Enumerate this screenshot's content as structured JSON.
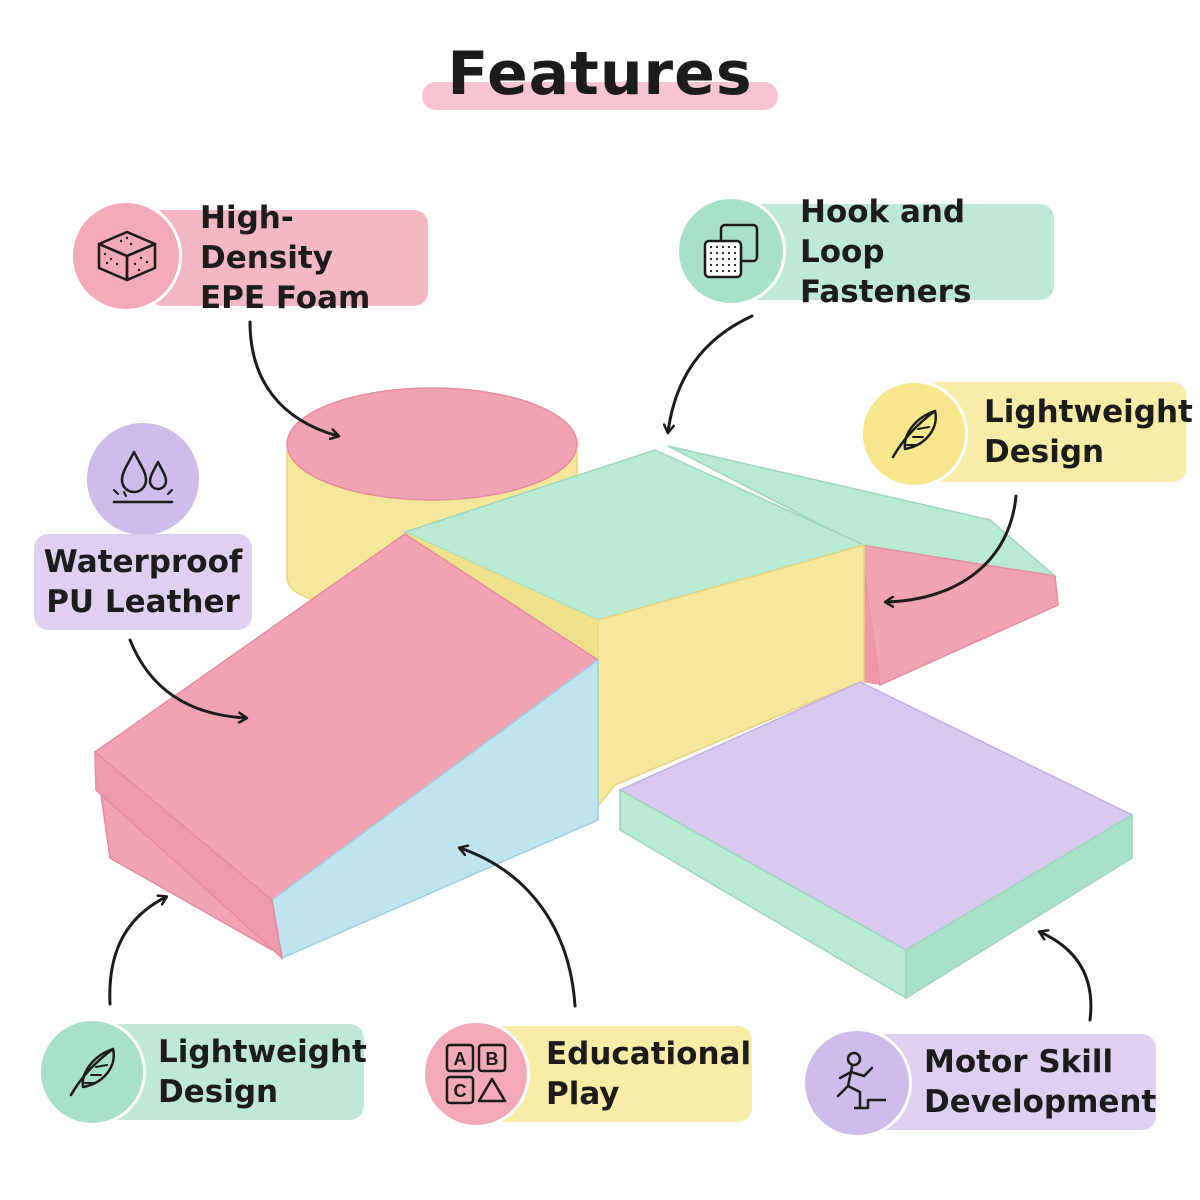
{
  "title": "Features",
  "colors": {
    "pink": "#f4b8c4",
    "pink_badge": "#f2a9b8",
    "mint": "#bfe9d6",
    "mint_badge": "#a9e1c8",
    "yellow": "#f9eca6",
    "yellow_badge": "#f6e68c",
    "purple": "#ddd0f0",
    "purple_badge": "#cdbdea",
    "title_highlight": "#f6c5cf"
  },
  "features": {
    "foam": {
      "line1": "High-Density",
      "line2": "EPE Foam",
      "icon": "foam-block-icon"
    },
    "hook": {
      "line1": "Hook and Loop",
      "line2": "Fasteners",
      "icon": "fastener-icon"
    },
    "light_top": {
      "line1": "Lightweight",
      "line2": "Design",
      "icon": "feather-icon"
    },
    "waterproof": {
      "line1": "Waterproof",
      "line2": "PU Leather",
      "icon": "water-drops-icon"
    },
    "light_bottom": {
      "line1": "Lightweight",
      "line2": "Design",
      "icon": "feather-icon"
    },
    "educational": {
      "line1": "Educational",
      "line2": "Play",
      "icon": "abc-blocks-icon"
    },
    "motor": {
      "line1": "Motor Skill",
      "line2": "Development",
      "icon": "climbing-person-icon"
    }
  },
  "abc_letters": [
    "A",
    "B",
    "C"
  ]
}
